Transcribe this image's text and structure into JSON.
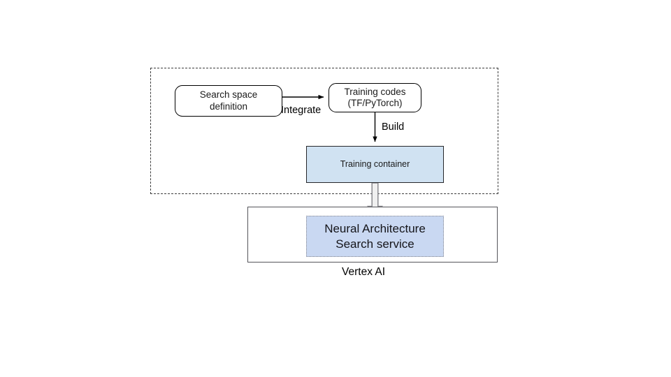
{
  "diagram": {
    "title_label": "Vertex AI",
    "group_container": {
      "name": "user-side-dashed-group",
      "border_style": "dashed",
      "border_color": "#3c3c3c"
    },
    "nodes": [
      {
        "id": "search-space",
        "label": "Search space\ndefinition",
        "line1": "Search space",
        "line2": "definition",
        "shape": "rounded-rect",
        "fill": "#ffffff",
        "stroke": "#000000"
      },
      {
        "id": "training-codes",
        "label": "Training codes\n(TF/PyTorch)",
        "line1": "Training codes",
        "line2": "(TF/PyTorch)",
        "shape": "rounded-rect",
        "fill": "#ffffff",
        "stroke": "#000000"
      },
      {
        "id": "training-container",
        "label": "Training container",
        "shape": "rect",
        "fill": "#d0e2f2",
        "stroke": "#27272a"
      },
      {
        "id": "vertex-ai-box",
        "label": "",
        "shape": "rect",
        "fill": "#ffffff",
        "stroke": "#55555a"
      },
      {
        "id": "nas-service",
        "label": "Neural Architecture\nSearch service",
        "line1": "Neural Architecture",
        "line2": "Search service",
        "shape": "rect-dotted",
        "fill": "#c9d8f2",
        "stroke": "#85858c"
      }
    ],
    "edges": [
      {
        "id": "integrate",
        "label": "Integrate",
        "from": "search-space",
        "to": "training-codes",
        "style": "solid-thin-arrow",
        "color": "#000000"
      },
      {
        "id": "build",
        "label": "Build",
        "from": "training-codes",
        "to": "training-container",
        "style": "solid-thin-arrow",
        "color": "#000000"
      },
      {
        "id": "deploy",
        "label": "",
        "from": "training-container",
        "to": "nas-service",
        "style": "hollow-block-arrow",
        "color": "#8a8a8f"
      }
    ],
    "colors": {
      "training_container_fill": "#d0e2f2",
      "nas_service_fill": "#c9d8f2",
      "dashed_border": "#3c3c3c",
      "block_arrow": "#8a8a8f",
      "text": "#000000"
    }
  }
}
